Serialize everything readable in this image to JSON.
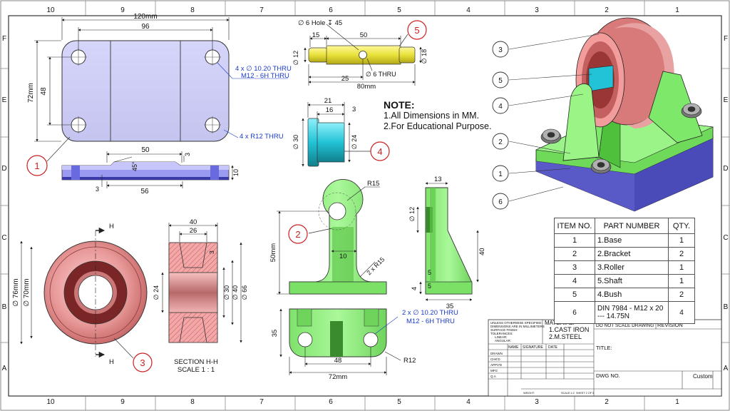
{
  "border": {
    "top_numbers": [
      "10",
      "9",
      "8",
      "7",
      "6",
      "5",
      "4",
      "3",
      "2",
      "1"
    ],
    "bottom_numbers": [
      "10",
      "9",
      "8",
      "7",
      "6",
      "5",
      "4",
      "3",
      "2",
      "1"
    ],
    "left_letters": [
      "F",
      "E",
      "D",
      "C",
      "B",
      "A"
    ],
    "right_letters": [
      "F",
      "E",
      "D",
      "C",
      "B",
      "A"
    ]
  },
  "base": {
    "dims": {
      "overall": "120mm",
      "inner": "96",
      "height": "72mm",
      "hole_span": "48",
      "holes": "4 x ∅ 10.20 THRU",
      "thread": "M12 - 6H THRU",
      "radius": "4 x R12 THRU"
    },
    "side": {
      "width": "50",
      "depth": "3",
      "angle": "45°",
      "gap": "3",
      "length": "56",
      "thick": "10"
    },
    "callout": "1"
  },
  "shaft": {
    "hole": "∅ 6 Hole ↧ 45",
    "d1": "15",
    "d2": "50",
    "dia_left": "∅ 12",
    "dia_right": "∅ 18",
    "thru": "∅ 6 THRU",
    "len1": "25",
    "total": "80mm",
    "callout": "5"
  },
  "bush": {
    "d21": "21",
    "d16": "16",
    "d3": "3",
    "dia30": "∅ 30",
    "dia24": "∅ 24",
    "callout": "4"
  },
  "note": {
    "title": "NOTE:",
    "lines": [
      "1.All Dimensions in MM.",
      "2.For Educational Purpose."
    ]
  },
  "roller": {
    "h": "H",
    "d76": "∅ 76mm",
    "d70": "∅ 70mm",
    "callout": "3"
  },
  "section": {
    "w40": "40",
    "w26": "26",
    "r3": "3",
    "d24": "∅ 24",
    "d30": "∅ 30",
    "d40": "∅ 40",
    "d66": "∅ 66",
    "title": "SECTION H-H",
    "scale": "SCALE 1 : 1"
  },
  "bracket": {
    "r15": "R15",
    "h50": "50mm",
    "t10": "10",
    "fillet": "2 x R15",
    "callout": "2"
  },
  "bracket_side": {
    "w13": "13",
    "d12": "∅ 12",
    "h40": "40",
    "t5a": "5",
    "t5b": "5",
    "t4": "4",
    "w35": "35"
  },
  "bracket_top": {
    "holes": "2 x ∅ 10.20 THRU",
    "thread": "M12 - 6H THRU",
    "h35": "35",
    "w48": "48",
    "w72": "72mm",
    "r12": "R12"
  },
  "assembly_callouts": [
    "3",
    "5",
    "4",
    "2",
    "1",
    "6"
  ],
  "bom": {
    "headers": [
      "ITEM NO.",
      "PART NUMBER",
      "QTY."
    ],
    "rows": [
      [
        "1",
        "1.Base",
        "1"
      ],
      [
        "2",
        "2.Bracket",
        "2"
      ],
      [
        "3",
        "3.Roller",
        "1"
      ],
      [
        "4",
        "5.Shaft",
        "1"
      ],
      [
        "5",
        "4.Bush",
        "2"
      ],
      [
        "6",
        "DIN 7984 - M12 x 20 --- 14.75N",
        "4"
      ]
    ]
  },
  "title_block": {
    "unless": "UNLESS OTHERWISE SPECIFIED:",
    "dims_mm": "DIMENSIONS ARE IN MILLIMETERS",
    "surface": "SURFACE FINISH:",
    "tol": "TOLERANCES:",
    "linear": "LINEAR:",
    "angular": "ANGULAR:",
    "material_label": "MATERIAL:",
    "material1": "1.CAST IRON",
    "material2": "2.M.STEEL",
    "do_not_scale": "DO NOT SCALE DRAWING",
    "revision": "REVISION",
    "title": "TITLE:",
    "dwg_no": "DWG NO.",
    "size": "Custom",
    "name": "NAME",
    "signature": "SIGNATURE",
    "date": "DATE",
    "rows": [
      "DRAWN",
      "CHK'D",
      "APPV'D",
      "MFG",
      "Q.A"
    ],
    "scale": "SCALE:1:2",
    "sheet": "SHEET 2 OF 5",
    "weight": "WEIGHT:"
  },
  "colors": {
    "base": "#c9c9f4",
    "base_dark": "#3a3aa8",
    "roller": "#e99a9a",
    "shaft": "#e8e23a",
    "bush": "#22c3d6",
    "bracket": "#8ef07a",
    "callout": "#cc1f1f",
    "dim_blue": "#1a3cc8"
  }
}
